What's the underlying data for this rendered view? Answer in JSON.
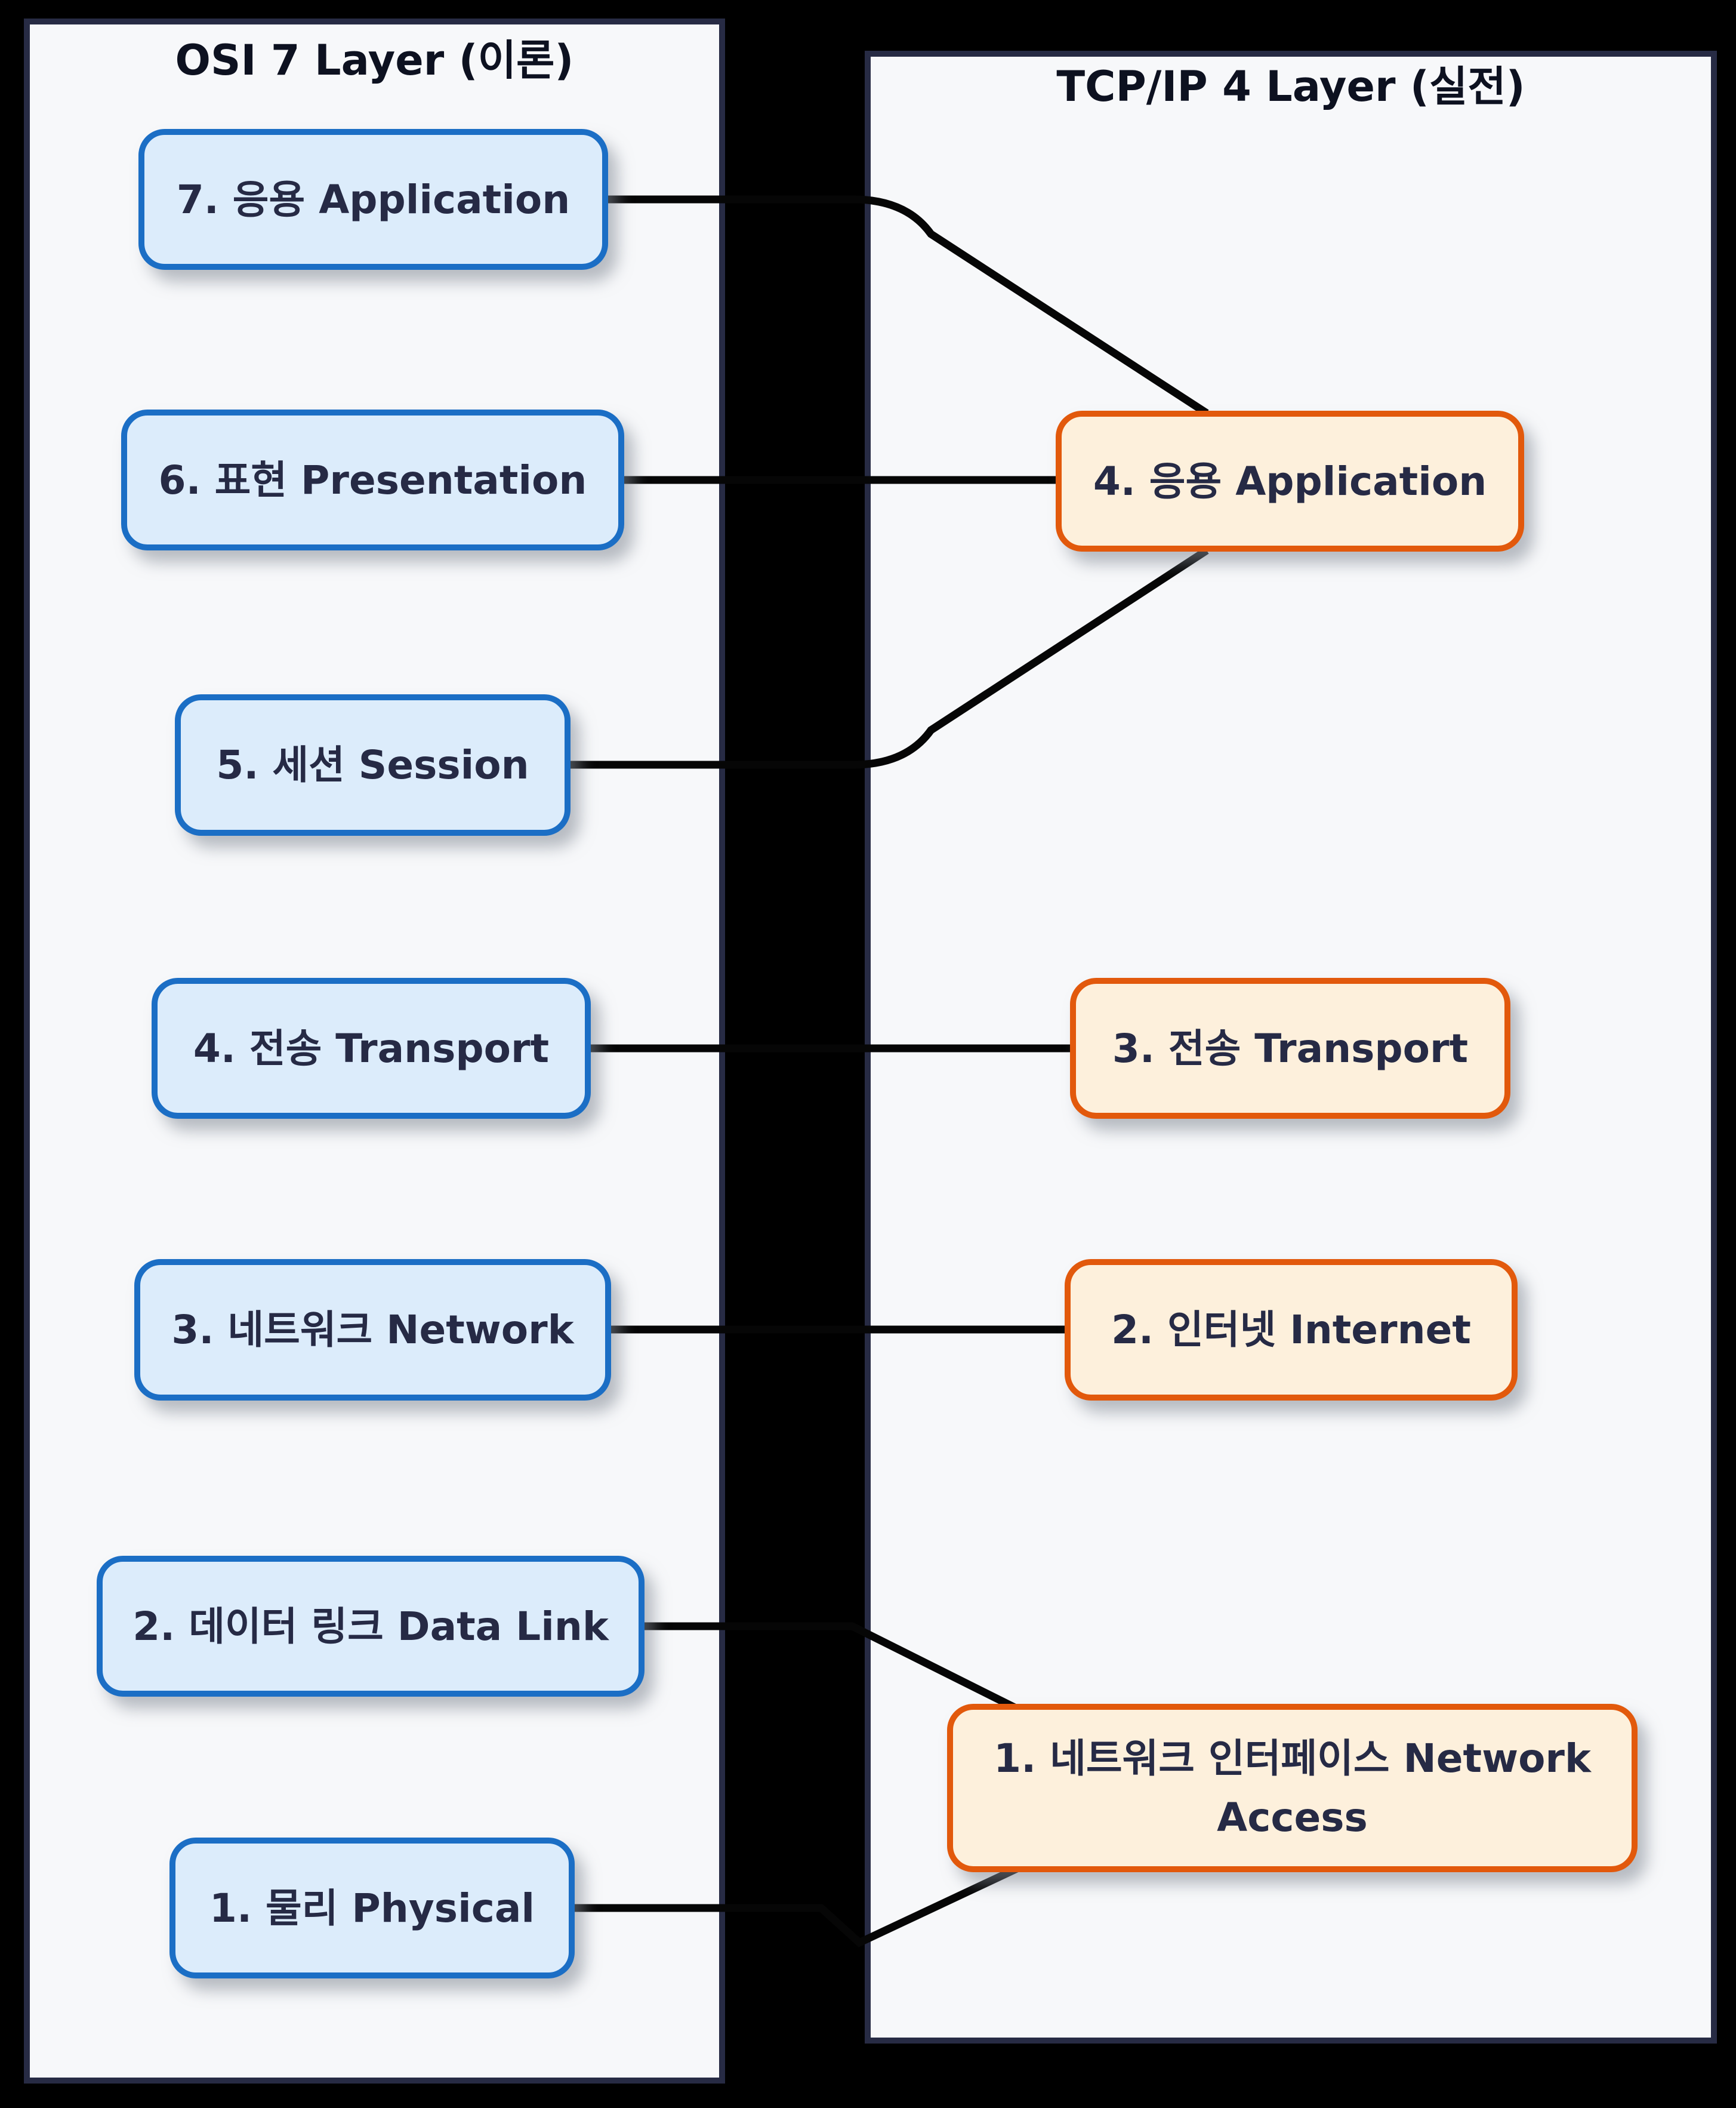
{
  "diagram": {
    "type": "layer-mapping-diagram",
    "background_color": "#000000",
    "panel_fill": "#f7f8fa",
    "panel_border_color": "#272b44",
    "edge_color": "#060606",
    "text_color": "#262a45"
  },
  "titles": {
    "left": "OSI 7 Layer (이론)",
    "right": "TCP/IP 4 Layer (실전)"
  },
  "nodes": {
    "l7": {
      "label": "7. 응용 Application"
    },
    "l6": {
      "label": "6. 표현 Presentation"
    },
    "l5": {
      "label": "5. 세션 Session"
    },
    "l4": {
      "label": "4. 전송 Transport"
    },
    "l3": {
      "label": "3. 네트워크 Network"
    },
    "l2": {
      "label": "2. 데이터 링크 Data Link"
    },
    "l1": {
      "label": "1. 물리 Physical"
    },
    "r4": {
      "label": "4. 응용 Application"
    },
    "r3": {
      "label": "3. 전송 Transport"
    },
    "r2": {
      "label": "2. 인터넷 Internet"
    },
    "r1": {
      "label": "1. 네트워크 인터페이스 Network Access"
    }
  },
  "node_styles": {
    "osi": {
      "fill": "#dcecfb",
      "border": "#1b6ec5"
    },
    "tcpip": {
      "fill": "#fdf0dc",
      "border": "#e2590c"
    }
  },
  "edges": [
    {
      "from": "7. 응용 Application",
      "to": "4. 응용 Application"
    },
    {
      "from": "6. 표현 Presentation",
      "to": "4. 응용 Application"
    },
    {
      "from": "5. 세션 Session",
      "to": "4. 응용 Application"
    },
    {
      "from": "4. 전송 Transport",
      "to": "3. 전송 Transport"
    },
    {
      "from": "3. 네트워크 Network",
      "to": "2. 인터넷 Internet"
    },
    {
      "from": "2. 데이터 링크 Data Link",
      "to": "1. 네트워크 인터페이스 Network Access"
    },
    {
      "from": "1. 물리 Physical",
      "to": "1. 네트워크 인터페이스 Network Access"
    }
  ]
}
